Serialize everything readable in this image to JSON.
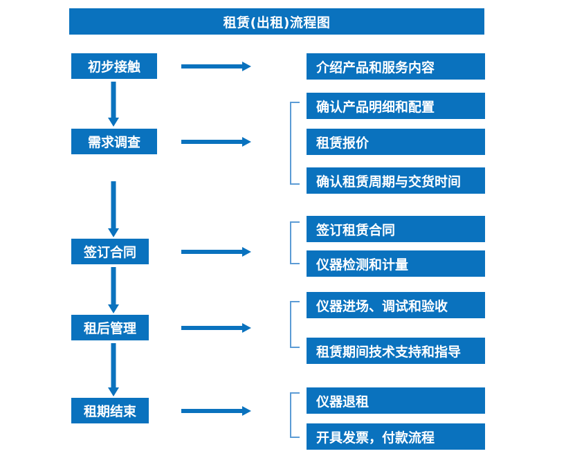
{
  "diagram": {
    "title": "租赁(出租)流程图",
    "accent_color": "#0A72BE",
    "bracket_color": "#5B9BD5",
    "text_color": "#FFFFFF",
    "background_color": "#FFFFFF"
  },
  "stages": [
    {
      "label": "初步接触"
    },
    {
      "label": "需求调查"
    },
    {
      "label": "签订合同"
    },
    {
      "label": "租后管理"
    },
    {
      "label": "租期结束"
    }
  ],
  "details": [
    {
      "label": "介绍产品和服务内容"
    },
    {
      "label": "确认产品明细和配置"
    },
    {
      "label": "租赁报价"
    },
    {
      "label": "确认租赁周期与交货时间"
    },
    {
      "label": "签订租赁合同"
    },
    {
      "label": "仪器检测和计量"
    },
    {
      "label": "仪器进场、调试和验收"
    },
    {
      "label": "租赁期间技术支持和指导"
    },
    {
      "label": "仪器退租"
    },
    {
      "label": "开具发票，付款流程"
    }
  ],
  "connectors": {
    "right_arrow_icon": "arrow-right-icon",
    "down_arrow_icon": "arrow-down-icon",
    "bracket_icon": "group-bracket-icon"
  }
}
